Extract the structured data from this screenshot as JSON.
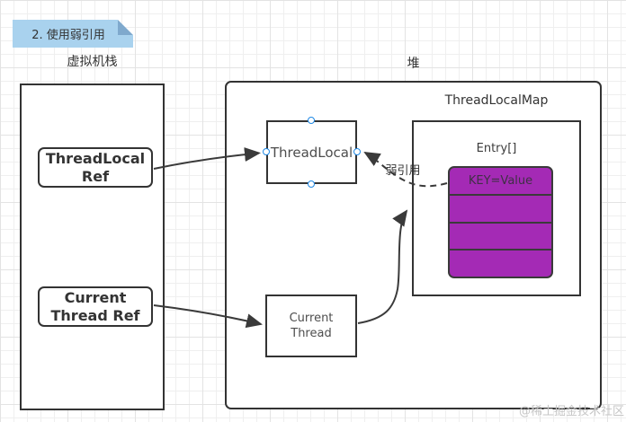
{
  "colors": {
    "purple": "#a42ab5",
    "note_blue": "#a9d2ee",
    "note_fold": "#7fa9cd",
    "handle_blue": "#1e88e5",
    "stroke_dark": "#3a3a3a",
    "watermark_gray": "#c6c6c6"
  },
  "note": {
    "label": "2. 使用弱引用"
  },
  "region_labels": {
    "vm_stack": "虚拟机栈",
    "heap": "堆"
  },
  "vm_stack": {
    "threadlocal_ref": {
      "line1": "ThreadLocal",
      "line2": "Ref"
    },
    "current_thread_ref": {
      "line1": "Current",
      "line2": "Thread Ref"
    }
  },
  "heap": {
    "threadlocal": {
      "label": "ThreadLocal"
    },
    "current_thread": {
      "line1": "Current",
      "line2": "Thread"
    },
    "threadlocalmap": {
      "title": "ThreadLocalMap",
      "entry_array_label": "Entry[]",
      "entries": [
        "KEY=Value",
        "",
        "",
        ""
      ]
    }
  },
  "annotations": {
    "weak_ref_label": "弱引用",
    "watermark": "@稀土掘金技术社区"
  }
}
